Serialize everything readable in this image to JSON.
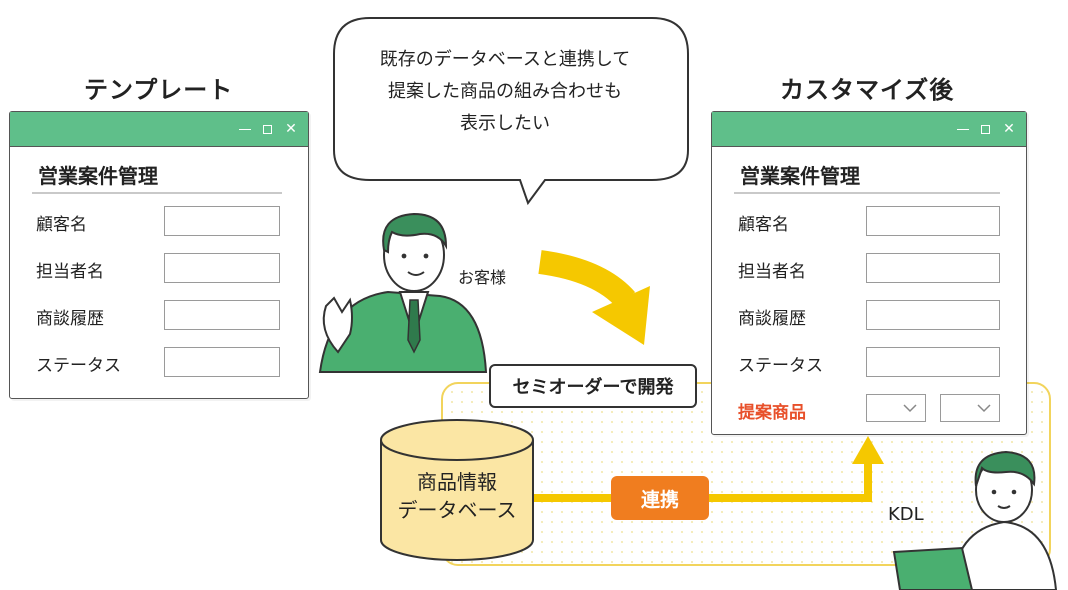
{
  "left_heading": "テンプレート",
  "right_heading": "カスタマイズ後",
  "speech_bubble": [
    "既存のデータベースと連携して",
    "提案した商品の組み合わせも",
    "表示したい"
  ],
  "customer_label": "お客様",
  "kdl_label": "KDL",
  "semi_order_label": "セミオーダーで開発",
  "link_label": "連携",
  "database": {
    "line1": "商品情報",
    "line2": "データベース"
  },
  "window_controls": {
    "minimize": "—",
    "maximize": "□",
    "close": "✕"
  },
  "template_form": {
    "title": "営業案件管理",
    "fields": [
      "顧客名",
      "担当者名",
      "商談履歴",
      "ステータス"
    ]
  },
  "custom_form": {
    "title": "営業案件管理",
    "fields": [
      "顧客名",
      "担当者名",
      "商談履歴",
      "ステータス"
    ],
    "extra_field": "提案商品"
  },
  "colors": {
    "window_titlebar": "#5fbf8a",
    "highlight_text": "#e8502a",
    "arrow_yellow": "#f5c800",
    "link_orange": "#f07d1f",
    "database_fill": "#fbe6a4",
    "dev_area_border": "#f2d45c"
  }
}
